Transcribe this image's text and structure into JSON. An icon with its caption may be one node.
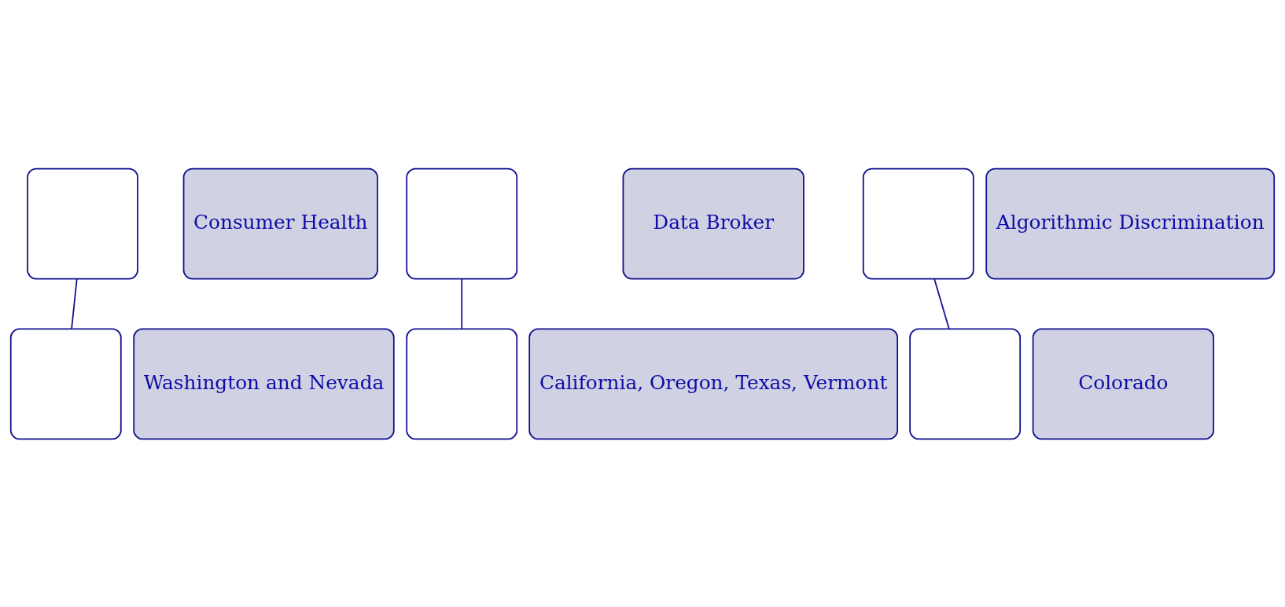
{
  "diagram": {
    "nodes": [
      {
        "text": [],
        "shape": "box"
      },
      {
        "text": [
          "Consumer Health"
        ]
      },
      {
        "text": [],
        "shape": "box"
      },
      {
        "text": [
          "Data Broker"
        ]
      },
      {
        "text": [],
        "shape": "box"
      },
      {
        "text": [
          "Algorithmic Discrimination"
        ]
      },
      {
        "text": [],
        "shape": "box"
      },
      {
        "text": [
          "Washington and Nevada"
        ]
      },
      {
        "text": [],
        "shape": "box"
      },
      {
        "text": [
          "California, Oregon, Texas, Vermont"
        ]
      },
      {
        "text": [],
        "shape": "box"
      },
      {
        "text": [
          "Colorado"
        ]
      }
    ],
    "edges": [
      {
        "from": 0,
        "to": 6,
        "arrow": "none"
      },
      {
        "from": 2,
        "to": 8,
        "arrow": "none"
      },
      {
        "from": 4,
        "to": 10,
        "arrow": "none"
      }
    ]
  }
}
